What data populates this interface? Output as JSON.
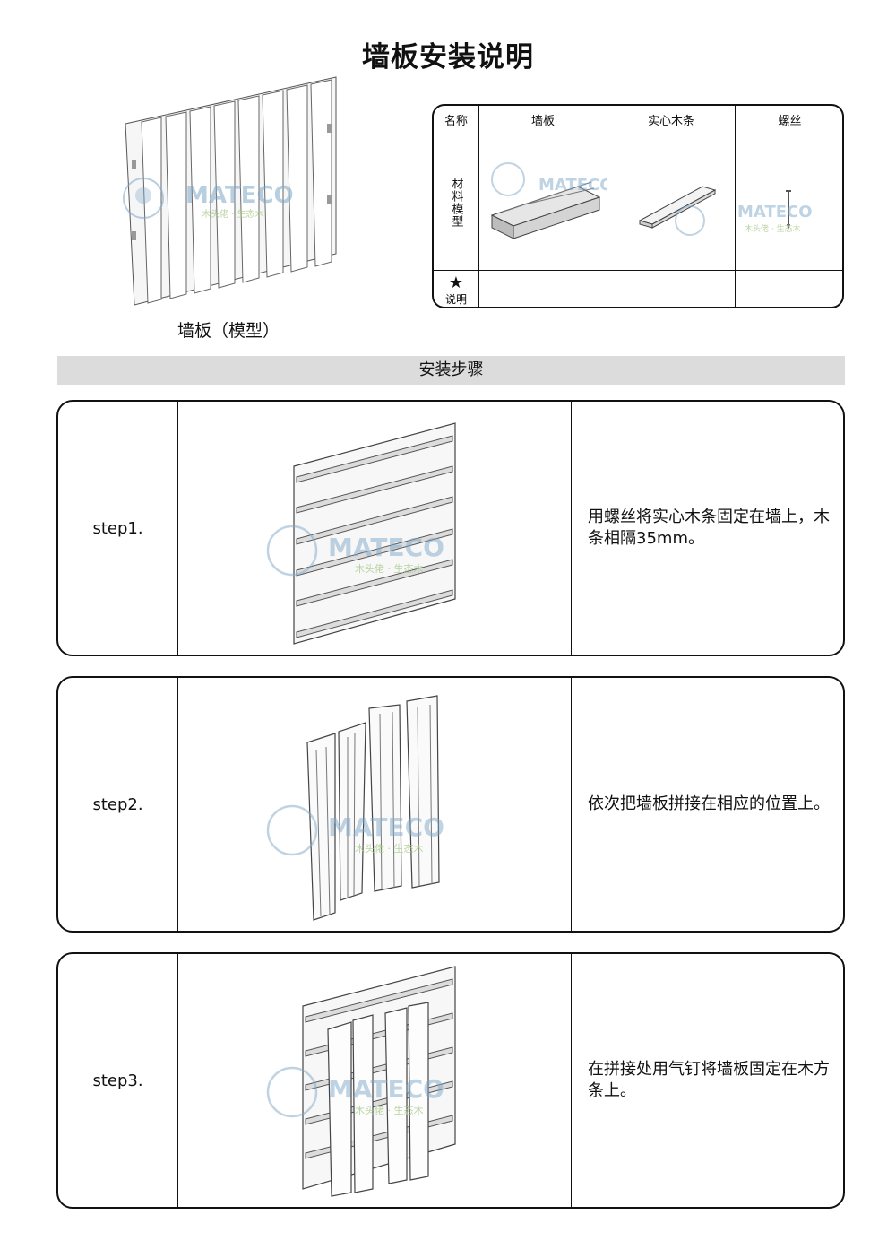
{
  "title": "墙板安装说明",
  "hero_caption": "墙板（模型）",
  "watermark": {
    "brand": "MATECO",
    "sub": "木头佬 · 生态木"
  },
  "materials_table": {
    "header_label": "名称",
    "row_label_model": "材料模型",
    "row_label_note": "说明",
    "columns": [
      "墙板",
      "实心木条",
      "螺丝"
    ]
  },
  "section_title": "安装步骤",
  "steps": [
    {
      "label": "step1.",
      "text": "用螺丝将实心木条固定在墙上，木条相隔35mm。"
    },
    {
      "label": "step2.",
      "text": "依次把墙板拼接在相应的位置上。"
    },
    {
      "label": "step3.",
      "text": "在拼接处用气钉将墙板固定在木方条上。"
    }
  ],
  "colors": {
    "border": "#111111",
    "band": "#dcdcdc",
    "watermark": "#7fa8c8",
    "watermark_green": "#a9c98a"
  }
}
